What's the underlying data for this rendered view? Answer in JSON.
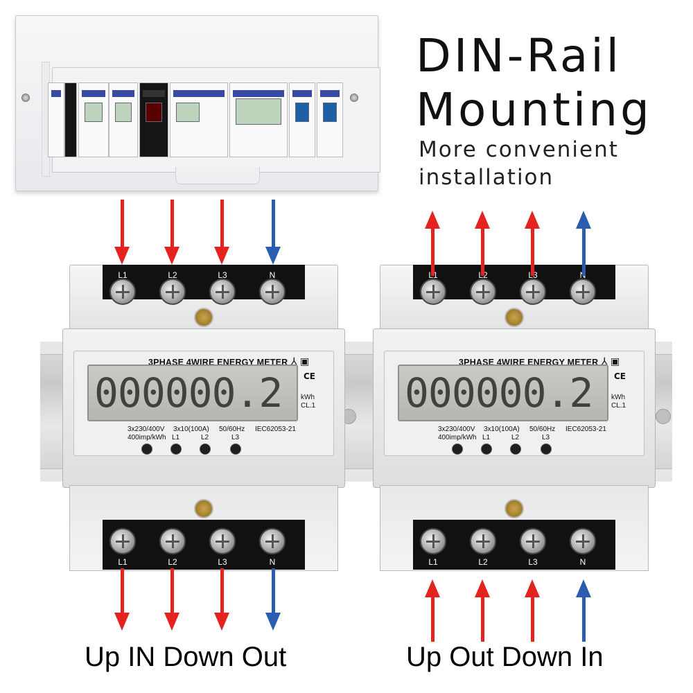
{
  "headline": {
    "title_line1": "DIN-Rail",
    "title_line2": "Mounting",
    "sub_line1": "More convenient",
    "sub_line2": "installation"
  },
  "meter": {
    "title": "3PHASE 4WIRE ENERGY METER",
    "reading": "000000.2",
    "unit": "kWh",
    "class": "CL.1",
    "ce_mark": "CE",
    "spec_voltage": "3x230/400V",
    "spec_current": "3x10(100A)",
    "spec_freq": "50/60Hz",
    "spec_standard": "IEC62053-21",
    "pulse_rate": "400imp/kWh",
    "led_labels": [
      "L1",
      "L2",
      "L3"
    ],
    "terminals": [
      "L1",
      "L2",
      "L3",
      "N"
    ]
  },
  "captions": {
    "left": "Up IN Down Out",
    "right": "Up Out Down In"
  },
  "colors": {
    "phase_arrow": "#e3231f",
    "neutral_arrow": "#2a5db0",
    "terminal_block": "#111111"
  }
}
